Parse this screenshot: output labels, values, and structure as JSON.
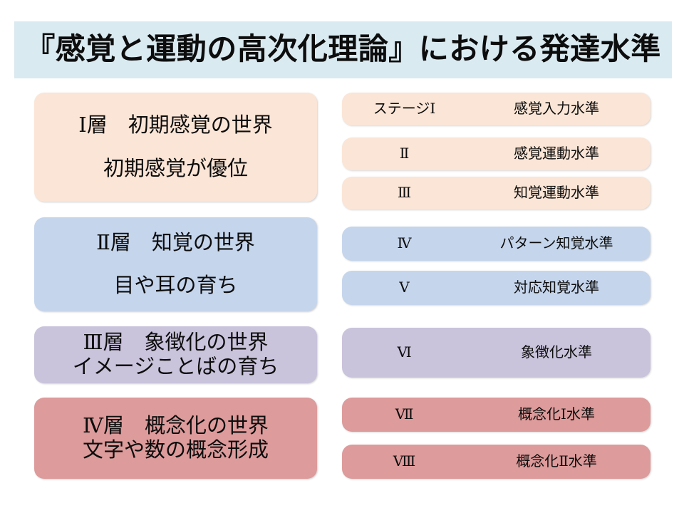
{
  "title": "『感覚と運動の高次化理論』における発達水準",
  "colors": {
    "title_bg": "#daeaf1",
    "peach": "#fbe5d6",
    "blue": "#c5d5ec",
    "purple": "#cac3dc",
    "rose": "#dd9b9b",
    "text": "#0d0d0d",
    "page_bg": "#ffffff"
  },
  "layers": [
    {
      "heading": "Ⅰ層　初期感覚の世界",
      "subtitle": "初期感覚が優位",
      "color": "peach"
    },
    {
      "heading": "Ⅱ層　知覚の世界",
      "subtitle": "目や耳の育ち",
      "color": "blue"
    },
    {
      "heading": "Ⅲ層　象徴化の世界",
      "subtitle": "イメージことばの育ち",
      "color": "purple"
    },
    {
      "heading": "Ⅳ層　概念化の世界",
      "subtitle": "文字や数の概念形成",
      "color": "rose"
    }
  ],
  "stages": [
    {
      "number": "ステージⅠ",
      "label": "感覚入力水準",
      "color": "peach"
    },
    {
      "number": "Ⅱ",
      "label": "感覚運動水準",
      "color": "peach"
    },
    {
      "number": "Ⅲ",
      "label": "知覚運動水準",
      "color": "peach"
    },
    {
      "number": "Ⅳ",
      "label": "パターン知覚水準",
      "color": "blue"
    },
    {
      "number": "Ⅴ",
      "label": "対応知覚水準",
      "color": "blue"
    },
    {
      "number": "Ⅵ",
      "label": "象徴化水準",
      "color": "purple"
    },
    {
      "number": "Ⅶ",
      "label": "概念化Ⅰ水準",
      "color": "rose"
    },
    {
      "number": "Ⅷ",
      "label": "概念化Ⅱ水準",
      "color": "rose"
    }
  ]
}
